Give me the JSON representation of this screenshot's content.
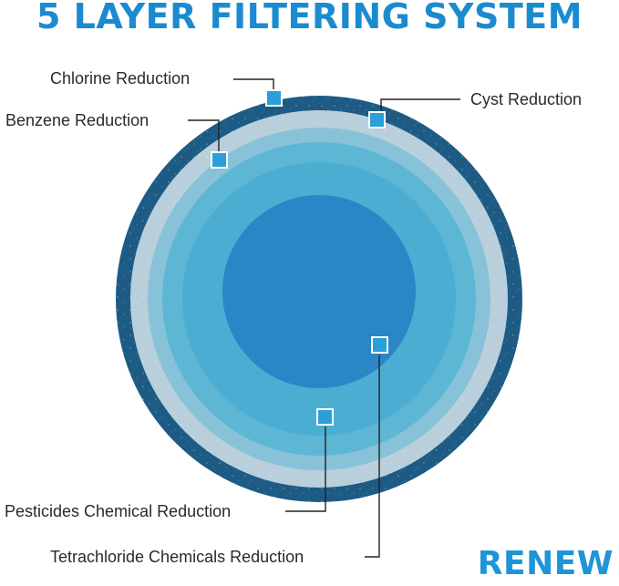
{
  "title": "5 LAYER FILTERING SYSTEM",
  "brand": "RENEW",
  "colors": {
    "title": "#1b8bd0",
    "outer_ring": "#1d5b85",
    "layer_1": "#b9cfdb",
    "layer_2": "#7fbdd6",
    "layer_3": "#56b3d3",
    "layer_4": "#45a8d2",
    "core": "#2b86c6",
    "marker": "#2a9fd9"
  },
  "labels": {
    "chlorine": "Chlorine Reduction",
    "cyst": "Cyst Reduction",
    "benzene": "Benzene Reduction",
    "pesticides": "Pesticides Chemical Reduction",
    "tetrachloride": "Tetrachloride Chemicals Reduction"
  }
}
